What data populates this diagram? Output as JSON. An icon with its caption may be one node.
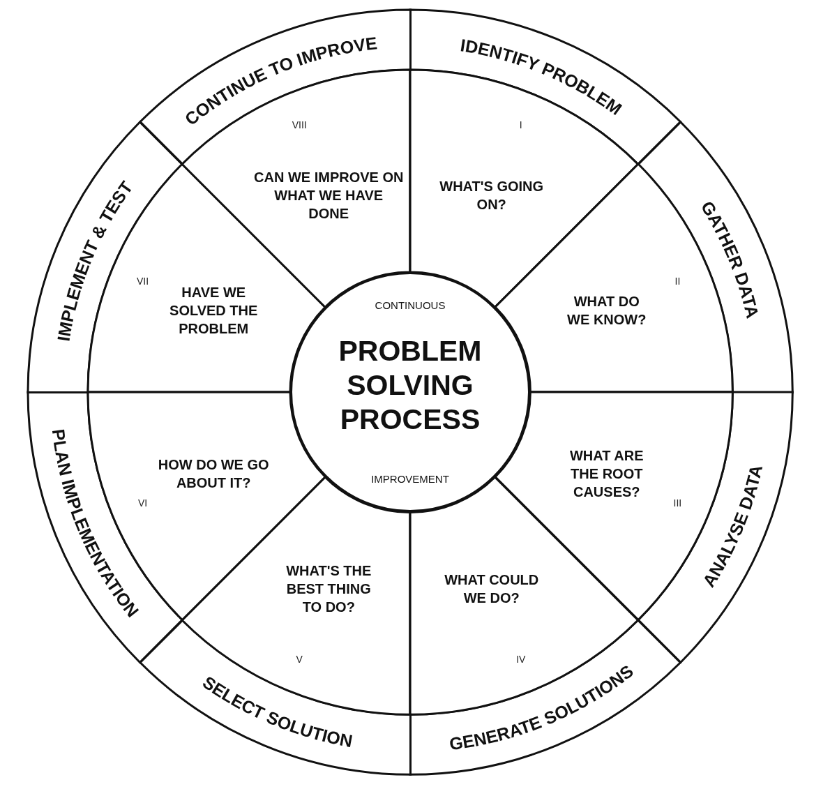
{
  "diagram": {
    "nodes": [
      {
        "text": [
          "CONTINUOUS",
          "PROBLEM SOLVING PROCESS",
          "IMPROVEMENT"
        ]
      },
      {
        "text": [
          "IDENTIFY PROBLEM"
        ]
      },
      {
        "text": [
          "I",
          "WHAT'S GOING ON?"
        ]
      },
      {
        "text": [
          "GATHER DATA"
        ]
      },
      {
        "text": [
          "II",
          "WHAT DO WE KNOW?"
        ]
      },
      {
        "text": [
          "ANALYSE DATA"
        ]
      },
      {
        "text": [
          "WHAT ARE THE ROOT CAUSES?",
          "III"
        ]
      },
      {
        "text": [
          "GENERATE SOLUTIONS"
        ]
      },
      {
        "text": [
          "WHAT COULD WE DO?",
          "IV"
        ]
      },
      {
        "text": [
          "SELECT SOLUTION"
        ]
      },
      {
        "text": [
          "WHAT'S THE BEST THING TO DO?",
          "V"
        ]
      },
      {
        "text": [
          "PLAN IMPLEMENTATION"
        ]
      },
      {
        "text": [
          "HOW DO WE GO ABOUT IT?",
          "VI"
        ]
      },
      {
        "text": [
          "IMPLEMENT & TEST"
        ]
      },
      {
        "text": [
          "VII",
          "HAVE WE SOLVED THE PROBLEM"
        ]
      },
      {
        "text": [
          "CONTINUE TO IMPROVE"
        ]
      },
      {
        "text": [
          "VIII",
          "CAN WE IMPROVE ON WHAT WE HAVE DONE"
        ]
      }
    ]
  }
}
